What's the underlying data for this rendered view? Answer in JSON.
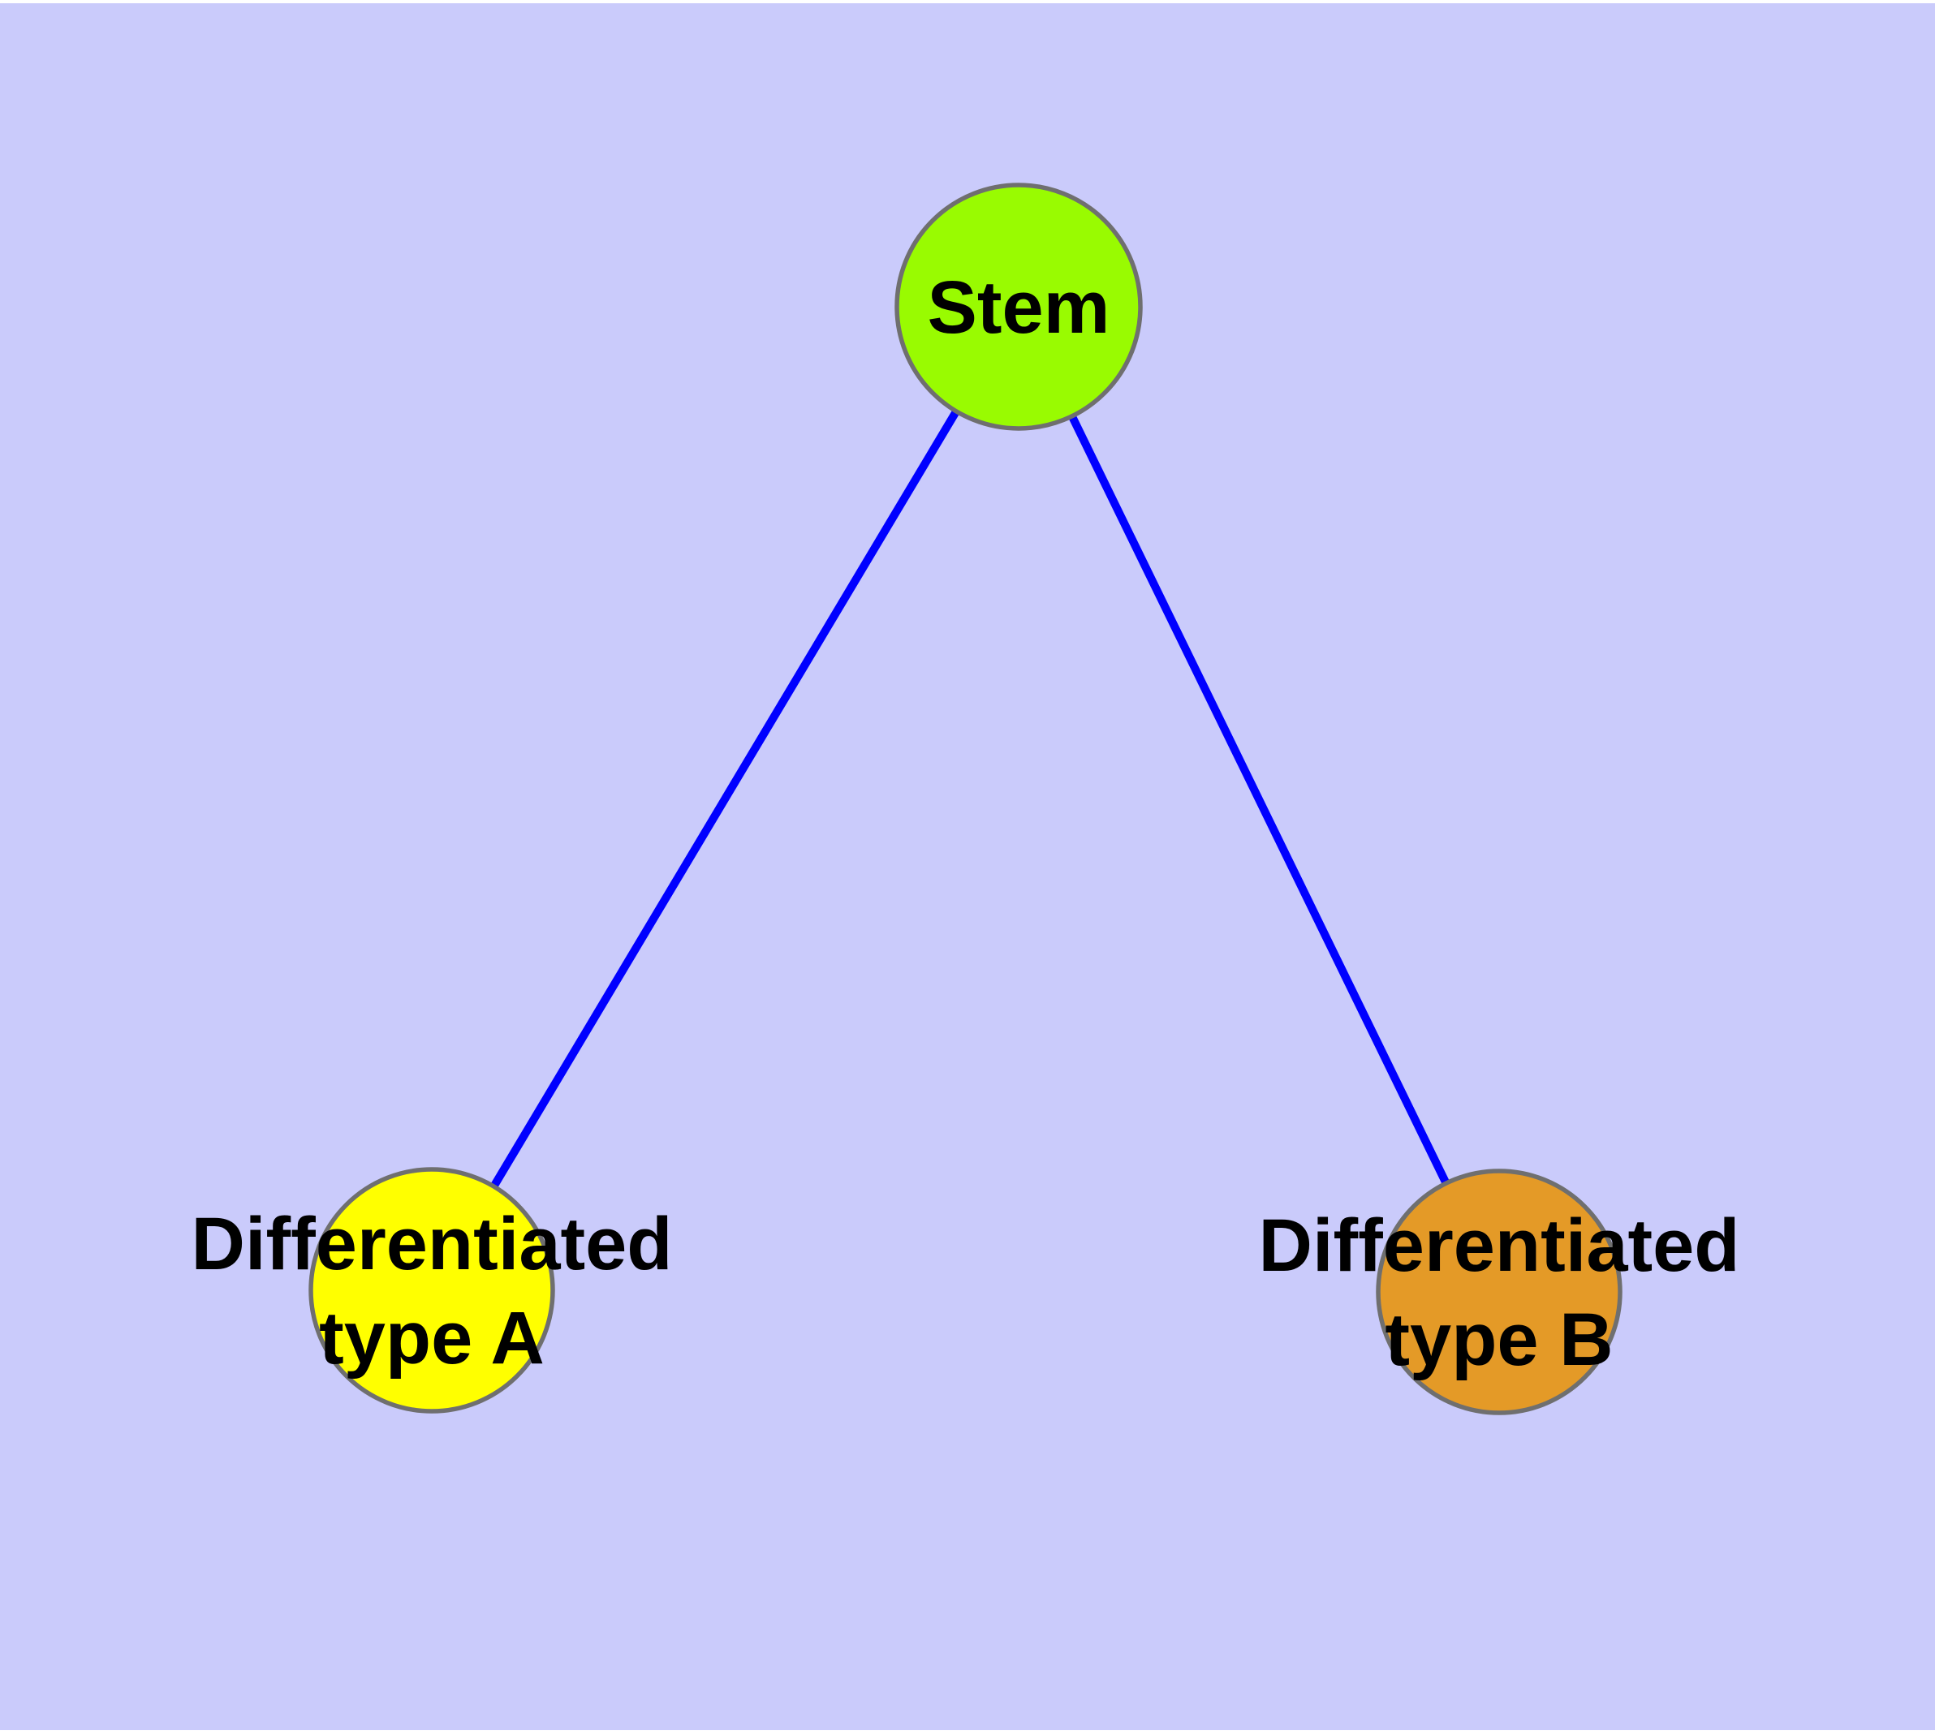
{
  "diagram": {
    "type": "graph",
    "background_color": "#CACBFB",
    "page_border_color": "#FFFFFF",
    "edge_color": "#0000FF",
    "node_border_color": "#6F6F6F",
    "label_color": "#000000",
    "nodes": [
      {
        "id": "stem",
        "label": "Stem",
        "color": "#99FB01"
      },
      {
        "id": "differentiated-type-a",
        "label_line1": "Differentiated",
        "label_line2": "type A",
        "color": "#FFFF00"
      },
      {
        "id": "differentiated-type-b",
        "label_line1": "Differentiated",
        "label_line2": "type B",
        "color": "#E49A27"
      }
    ],
    "edges": [
      {
        "from": "Stem",
        "to": "Differentiated type A"
      },
      {
        "from": "Stem",
        "to": "Differentiated type B"
      }
    ]
  }
}
